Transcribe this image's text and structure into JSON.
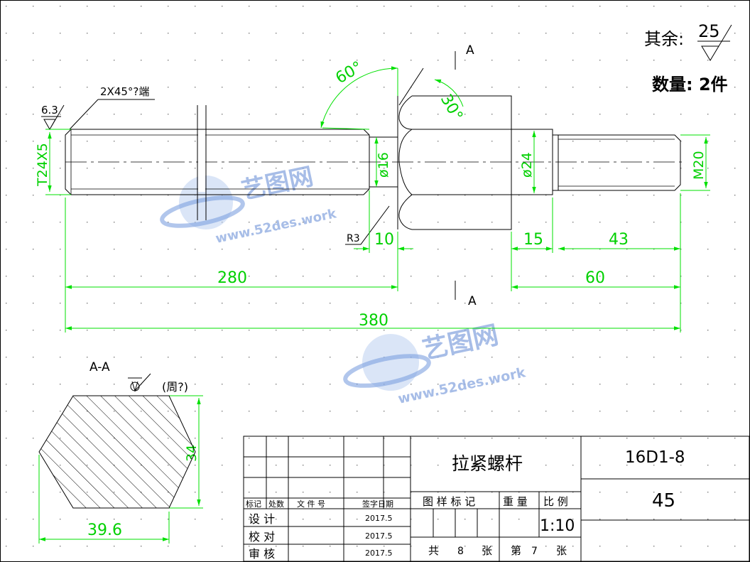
{
  "header": {
    "roughness_label": "其余:",
    "roughness_value": "25",
    "quantity": "数量: 2件"
  },
  "callouts": {
    "chamfer": "2X45°?端",
    "roughness_local": "6.3",
    "radius": "R3",
    "section_mark": "A",
    "section_title": "A-A",
    "section_note": "(周?)"
  },
  "dimensions": {
    "thread_trap": "T24X5",
    "dia_16": "ø16",
    "dia_24": "ø24",
    "thread_m": "M20",
    "angle_60": "60°",
    "angle_30": "30°",
    "len_10": "10",
    "len_15": "15",
    "len_43": "43",
    "len_280": "280",
    "len_60": "60",
    "len_380": "380",
    "hex_height": "34",
    "hex_width": "39.6"
  },
  "title_block": {
    "part_name": "拉紧螺杆",
    "drawing_no": "16D1-8",
    "material": "45",
    "col_mark": "标记",
    "col_count": "处数",
    "col_file": "文 件 号",
    "col_sign": "签字日期",
    "row_design": "设 计",
    "row_check": "校 对",
    "row_review": "审 核",
    "date_1": "2017.5",
    "date_2": "2017.5",
    "date_3": "2017.5",
    "pattern_mark": "图 样 标 记",
    "weight": "重 量",
    "scale_label": "比 例",
    "scale_value": "1:10",
    "total_prefix": "共",
    "total_value": "8",
    "sheet_unit": "张",
    "sheet_prefix": "第",
    "sheet_value": "7",
    "sheet_unit2": "张"
  },
  "watermark": {
    "brand": "艺图网",
    "url": "www.52des.work"
  }
}
